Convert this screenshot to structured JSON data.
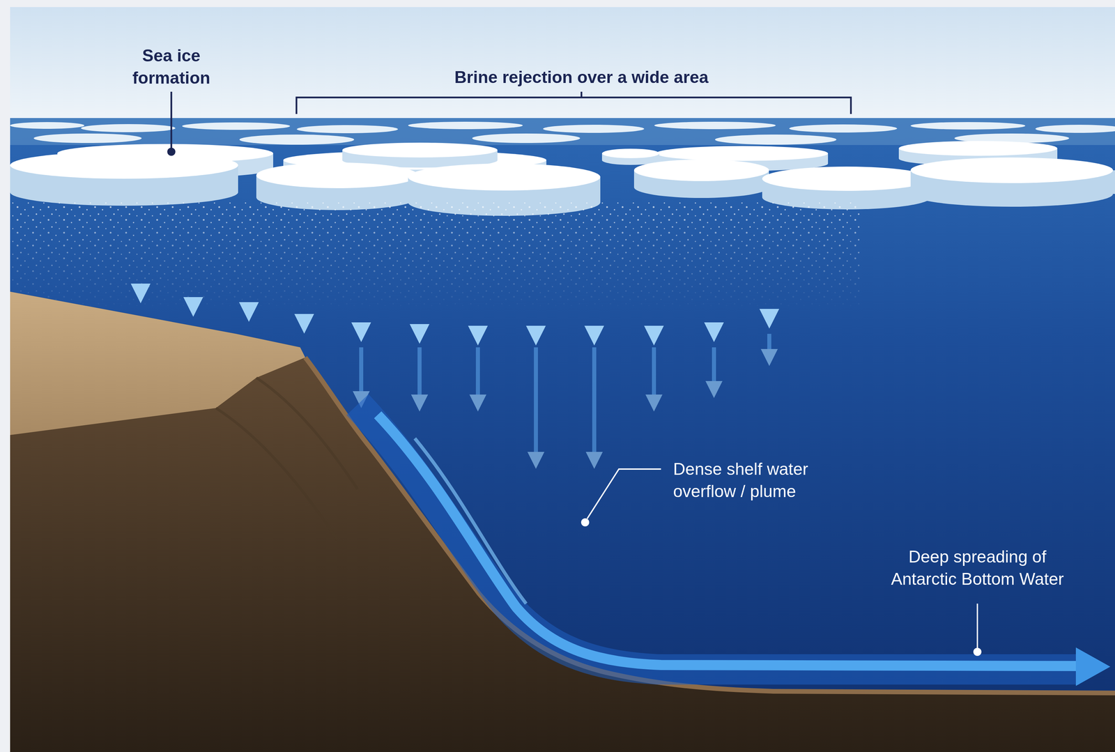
{
  "diagram": {
    "labels": [
      "Sea ice formation",
      "Brine rejection over a wide area",
      "Dense shelf water overflow / plume",
      "Deep spreading of Antarctic Bottom Water"
    ]
  }
}
